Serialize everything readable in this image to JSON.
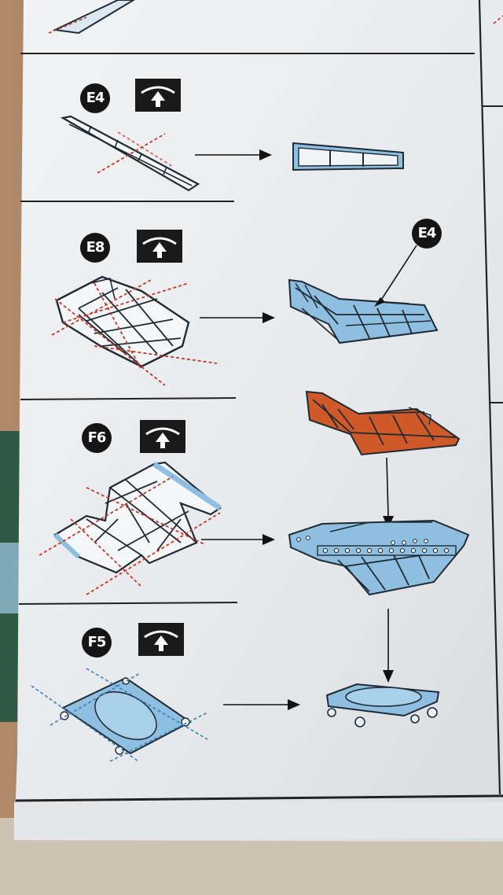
{
  "steps": [
    {
      "id": "E4",
      "label": "E4",
      "icon": "fold-up-icon"
    },
    {
      "id": "E8",
      "label": "E8",
      "icon": "fold-up-icon"
    },
    {
      "id": "F6",
      "label": "F6",
      "icon": "fold-up-icon"
    },
    {
      "id": "F5",
      "label": "F5",
      "icon": "fold-up-icon"
    }
  ],
  "callout": {
    "label": "E4"
  },
  "colors": {
    "part_blue": "#8fbfe0",
    "part_orange": "#d0592a",
    "frame_outline": "#1f2a33",
    "cut_line_red": "#c0392b",
    "cut_line_blue": "#3b7fb8",
    "paper": "#e9ecef"
  }
}
